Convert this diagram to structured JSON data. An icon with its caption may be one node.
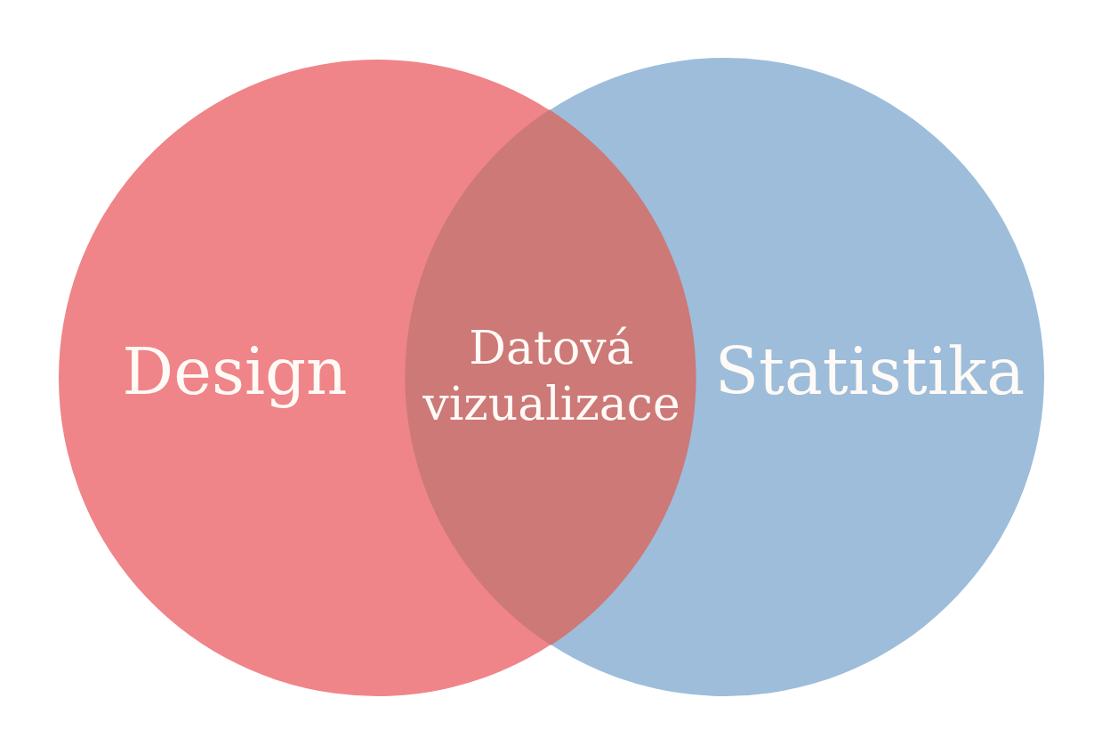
{
  "diagram": {
    "nodes": [
      {
        "text": [
          "Design"
        ]
      },
      {
        "text": [
          "Statistika"
        ]
      },
      {
        "text": [
          "Datová vizualizace"
        ]
      }
    ]
  }
}
